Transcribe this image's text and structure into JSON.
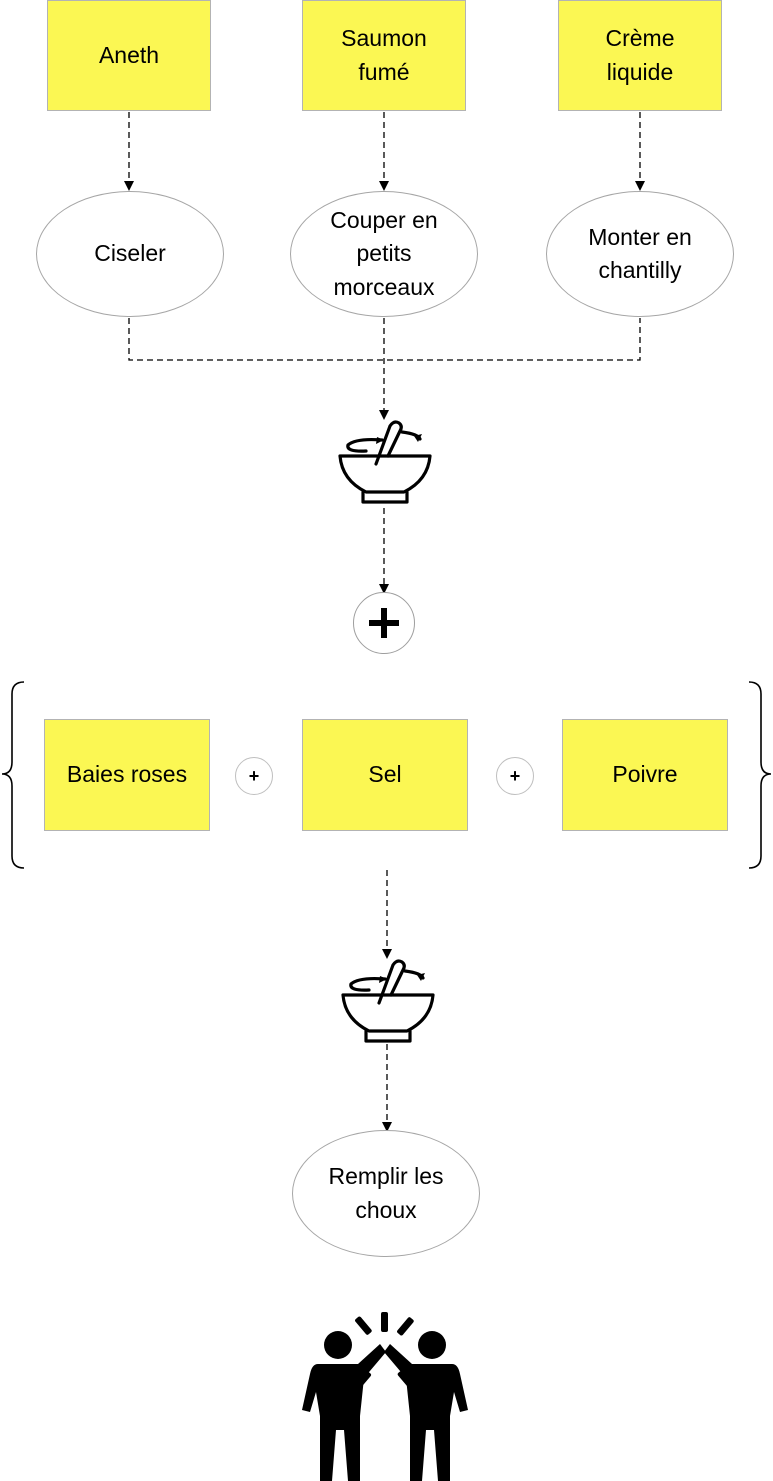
{
  "ingredients_top": [
    {
      "label": "Aneth"
    },
    {
      "label": "Saumon fumé"
    },
    {
      "label": "Crème liquide"
    }
  ],
  "actions_top": [
    {
      "label": "Ciseler"
    },
    {
      "label": "Couper en petits morceaux"
    },
    {
      "label": "Monter en chantilly"
    }
  ],
  "ingredients_bottom": [
    {
      "label": "Baies roses"
    },
    {
      "label": "Sel"
    },
    {
      "label": "Poivre"
    }
  ],
  "small_plus_signs": [
    "+",
    "+"
  ],
  "final_step": {
    "label": "Remplir les choux"
  },
  "icons": [
    "mixing-bowl-icon",
    "plus-icon",
    "mixing-bowl-icon",
    "high-five-icon"
  ],
  "colors": {
    "ingredient_fill": "#fbf753",
    "outline": "#b3b3b3",
    "line": "#000000"
  }
}
